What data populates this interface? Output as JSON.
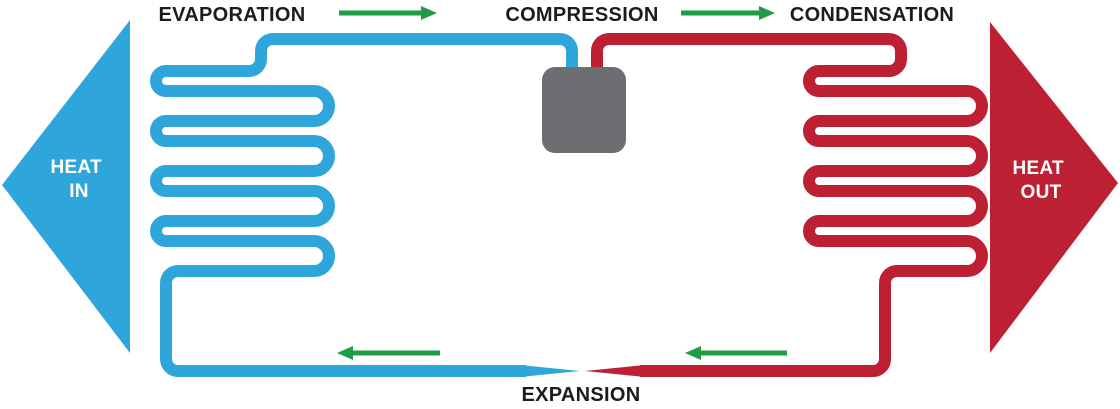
{
  "stages": [
    {
      "label": "EVAPORATION"
    },
    {
      "label": "COMPRESSION"
    },
    {
      "label": "CONDENSATION"
    },
    {
      "label": "EXPANSION"
    }
  ],
  "heat_in": {
    "line1": "HEAT",
    "line2": "IN"
  },
  "heat_out": {
    "line1": "HEAT",
    "line2": "OUT"
  },
  "colors": {
    "evaporator_blue": "#2EA6DC",
    "condenser_red": "#BC2032",
    "flow_arrow_green": "#1F9D45",
    "compressor_gray": "#6D6E71",
    "label_black": "#1C1C1C",
    "background_white": "#FFFFFF"
  },
  "icons": {
    "heat_in": "left-pointing-triangle",
    "heat_out": "right-pointing-triangle",
    "evaporator": "serpentine-coil",
    "condenser": "serpentine-coil",
    "compressor": "rounded-square",
    "flow_top": "right-arrow",
    "flow_bottom": "left-arrow"
  }
}
